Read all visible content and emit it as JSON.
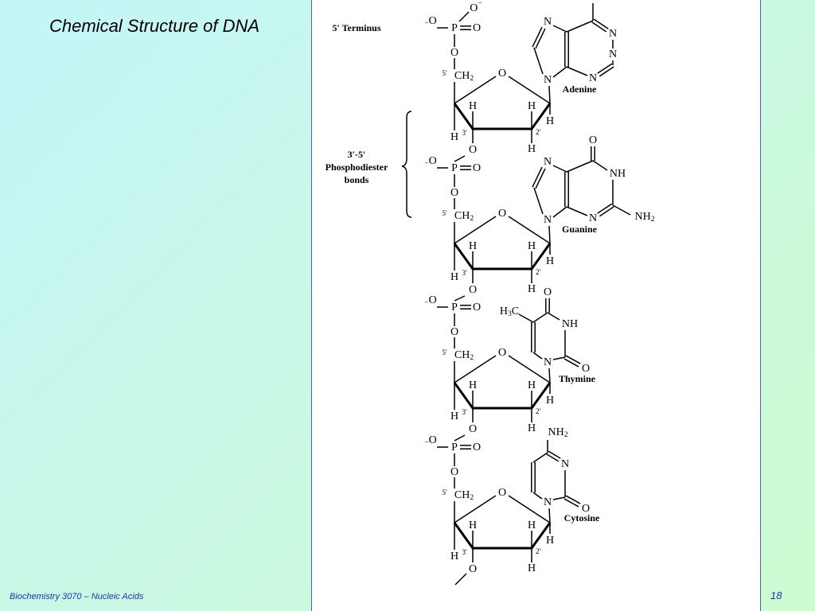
{
  "slide": {
    "title": "Chemical Structure of DNA",
    "footer_left": "Biochemistry 3070 – Nucleic Acids",
    "page_number": "18"
  },
  "figure": {
    "terminus_label": "5′ Terminus",
    "bond_label": [
      "3′-5′",
      "Phosphodiester",
      "bonds"
    ],
    "bases": [
      "Adenine",
      "Guanine",
      "Thymine",
      "Cytosine"
    ],
    "atoms": {
      "o_minus_top": "O",
      "neg": "−",
      "o": "O",
      "p": "P",
      "ch2": "CH",
      "sub2": "2",
      "h": "H",
      "n": "N",
      "nh": "NH",
      "nh2": "NH",
      "h3c": "H",
      "sub3": "3",
      "c": "C",
      "prime5": "5′",
      "prime3": "3′",
      "prime2": "2′"
    }
  }
}
